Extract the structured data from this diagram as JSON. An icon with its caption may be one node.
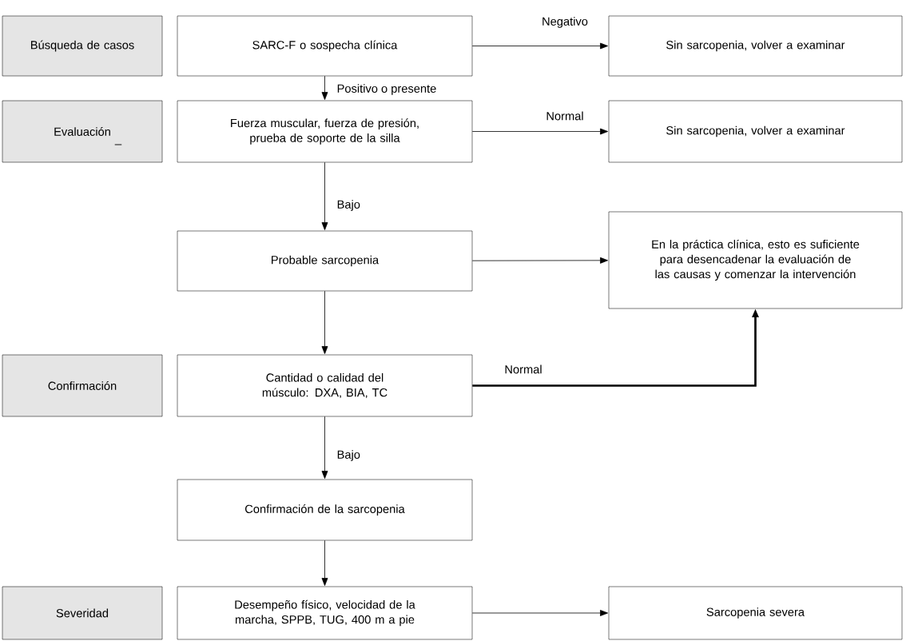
{
  "diagram": {
    "nodes": [
      {
        "text": [
          "Búsqueda de casos"
        ]
      },
      {
        "text": [
          "SARC-F o sospecha clínica"
        ]
      },
      {
        "text": [
          "Sin sarcopenia, volver a examinar"
        ]
      },
      {
        "text": [
          "Evaluación"
        ]
      },
      {
        "text": [
          "Fuerza muscular, fuerza de presión, prueba de soporte de la silla"
        ]
      },
      {
        "text": [
          "Sin sarcopenia, volver a examinar"
        ]
      },
      {
        "text": [
          "Probable sarcopenia"
        ]
      },
      {
        "text": [
          "En la práctica clínica, esto es suficiente para desencadenar la evaluación de las causas y comenzar  la intervención"
        ]
      },
      {
        "text": [
          "Confirmación"
        ]
      },
      {
        "text": [
          "Cantidad o calidad del músculo: DXA, BIA, TC"
        ]
      },
      {
        "text": [
          "Confirmación de la sarcopenia"
        ]
      },
      {
        "text": [
          "Severidad"
        ]
      },
      {
        "text": [
          "Desempeño físico, velocidad de la marcha, SPPB, TUG, 400 m a pie"
        ]
      },
      {
        "text": [
          "Sarcopenia severa"
        ]
      }
    ],
    "edges": [
      {
        "from": 1,
        "to": 2,
        "arrow": "to",
        "label": "Negativo"
      },
      {
        "from": 1,
        "to": 4,
        "arrow": "to",
        "label": "Positivo o presente"
      },
      {
        "from": 4,
        "to": 5,
        "arrow": "to",
        "label": "Normal"
      },
      {
        "from": 4,
        "to": 6,
        "arrow": "to",
        "label": "Bajo"
      },
      {
        "from": 6,
        "to": 7,
        "arrow": "to"
      },
      {
        "from": 6,
        "to": 9,
        "arrow": "to"
      },
      {
        "from": 9,
        "to": 7,
        "arrow": "to",
        "label": "Normal",
        "style": "thick"
      },
      {
        "from": 9,
        "to": 10,
        "arrow": "to",
        "label": "Bajo"
      },
      {
        "from": 10,
        "to": 12,
        "arrow": "to"
      },
      {
        "from": 12,
        "to": 13,
        "arrow": "to"
      }
    ],
    "labels": [
      "_"
    ]
  }
}
